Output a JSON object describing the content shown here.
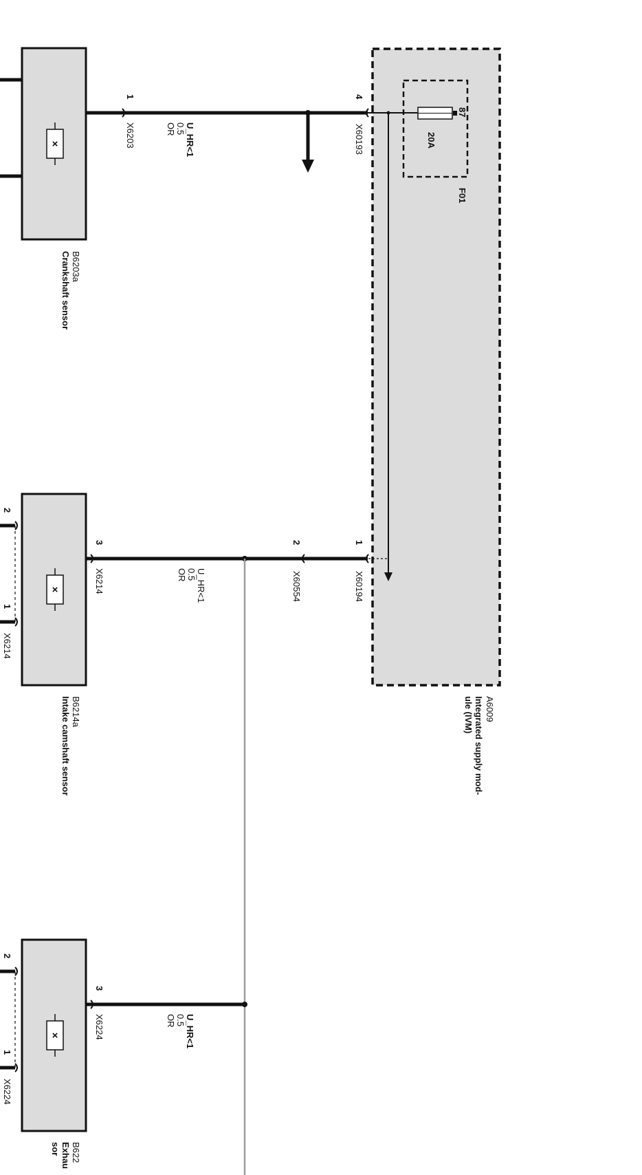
{
  "colors": {
    "component_fill": "#dcdcdc",
    "wire": "#111111",
    "gray_wire": "#9a9a9a"
  },
  "module": {
    "id": "A6009",
    "name": "Integrated supply mod-\nule (IVM)",
    "fuse": {
      "id": "F01",
      "rating": "20A",
      "terminal": "87"
    },
    "pins": [
      {
        "pin": "4",
        "connector": "X60193"
      },
      {
        "pin": "1",
        "connector": "X60194"
      }
    ]
  },
  "wire_spec": {
    "signal": "U_HR<1",
    "gauge": "0.5",
    "color": "OR"
  },
  "inline_connector": {
    "pin": "2",
    "connector": "X60554"
  },
  "sensors": [
    {
      "id": "B6203a",
      "name": "Crankshaft sensor",
      "pin": "1",
      "connector": "X6203"
    },
    {
      "id": "B6214a",
      "name": "Intake camshaft sensor",
      "pin": "3",
      "connector": "X6214",
      "side_pins": [
        "2",
        "1"
      ],
      "side_connector": "X6214"
    },
    {
      "id": "B622",
      "name": "Exhau\nsor",
      "pin": "3",
      "connector": "X6224",
      "side_pins": [
        "2",
        "1"
      ],
      "side_connector": "X6224"
    }
  ]
}
